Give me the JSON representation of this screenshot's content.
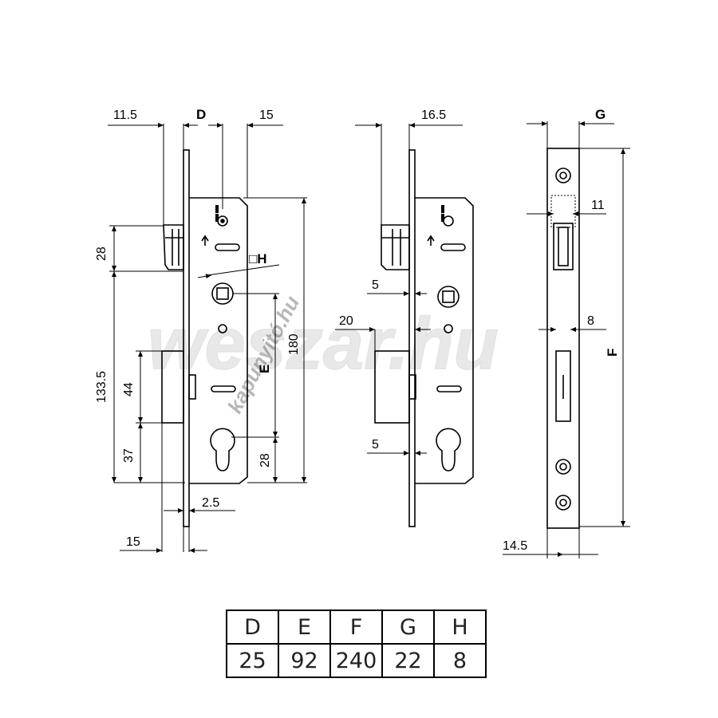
{
  "dims": {
    "d_11_5": "11.5",
    "d_D": "D",
    "d_15_top": "15",
    "d_16_5": "16.5",
    "d_G": "G",
    "d_28_left": "28",
    "d_H": "□H",
    "d_133_5": "133.5",
    "d_44": "44",
    "d_37": "37",
    "d_180": "180",
    "d_E": "E",
    "d_28_right": "28",
    "d_2_5": "2.5",
    "d_15_bottom": "15",
    "d_5_a": "5",
    "d_20": "20",
    "d_5_b": "5",
    "d_11": "11",
    "d_8": "8",
    "d_F": "F",
    "d_14_5": "14.5"
  },
  "watermark": {
    "main": "weszar.hu",
    "arc": "kapunyitó.hu"
  },
  "table": {
    "headers": [
      "D",
      "E",
      "F",
      "G",
      "H"
    ],
    "values": [
      "25",
      "92",
      "240",
      "22",
      "8"
    ]
  }
}
